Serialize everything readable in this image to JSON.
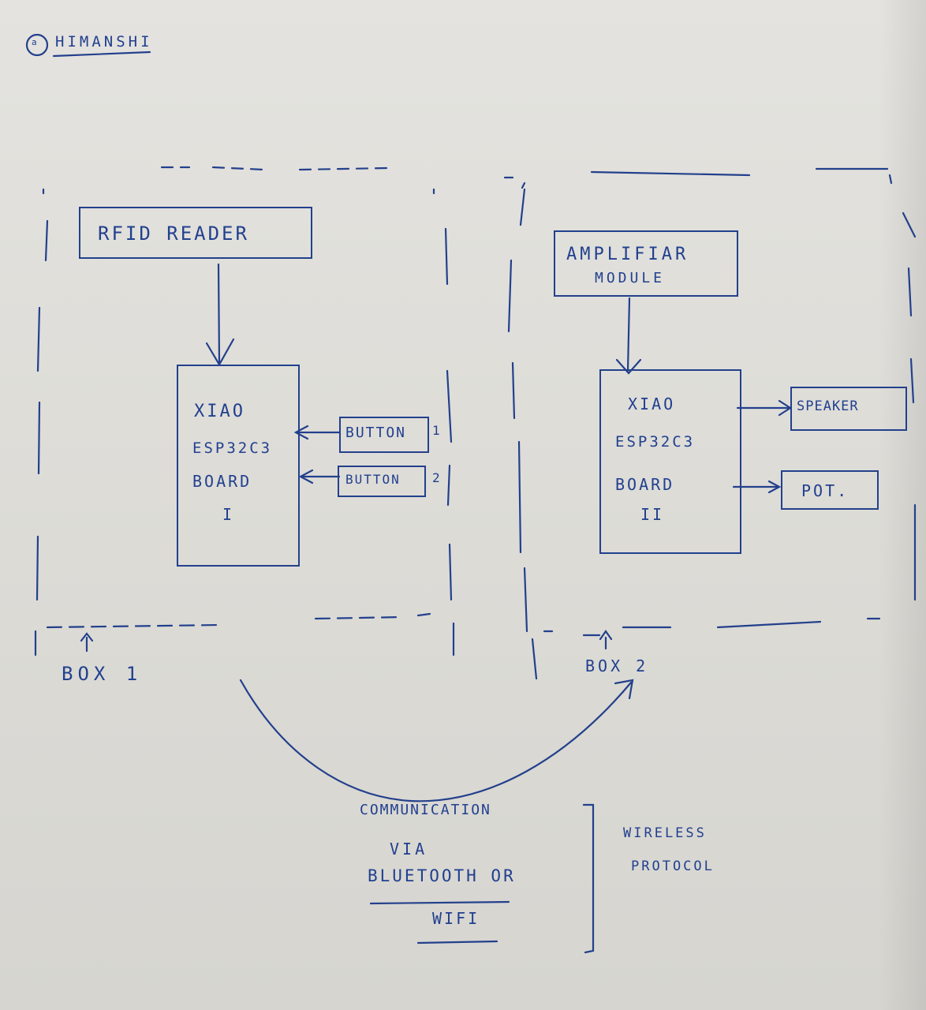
{
  "author": {
    "mark": "a",
    "name": "HIMANSHI"
  },
  "box1": {
    "label": "BOX 1",
    "rfid": "RFID READER",
    "board": {
      "line1": "XIAO",
      "line2": "ESP32C3",
      "line3": "BOARD",
      "index": "I"
    },
    "button1": {
      "label": "BUTTON",
      "suffix": "1"
    },
    "button2": {
      "label": "BUTTON",
      "suffix": "2"
    }
  },
  "box2": {
    "label": "BOX 2",
    "amplifier": {
      "line1": "AMPLIFIAR",
      "line2": "MODULE"
    },
    "board": {
      "line1": "XIAO",
      "line2": "ESP32C3",
      "line3": "BOARD",
      "index": "II"
    },
    "speaker": "SPEAKER",
    "pot": "POT."
  },
  "communication": {
    "line1": "COMMUNICATION",
    "line2": "VIA",
    "line3": "BLUETOOTH OR",
    "line4": "WIFI",
    "protocol_line1": "WIRELESS",
    "protocol_line2": "PROTOCOL"
  },
  "colors": {
    "ink": "#23408c",
    "paper": "#e2e1dc"
  }
}
